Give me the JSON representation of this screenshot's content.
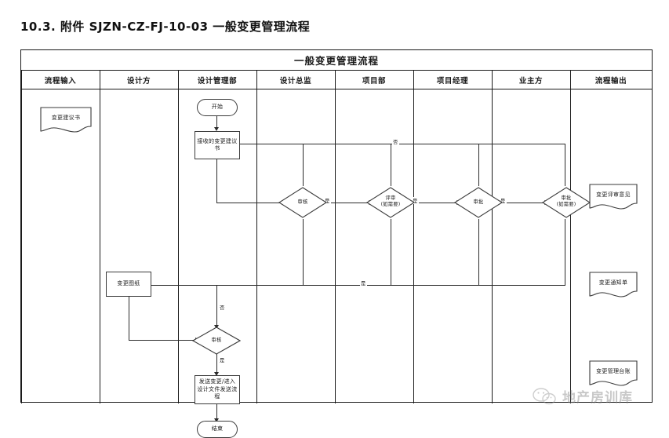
{
  "page": {
    "title": "10.3. 附件 SJZN-CZ-FJ-10-03 一般变更管理流程"
  },
  "chart": {
    "banner_title": "一般变更管理流程",
    "columns": [
      {
        "label": "流程输入"
      },
      {
        "label": "设计方"
      },
      {
        "label": "设计管理部"
      },
      {
        "label": "设计总监"
      },
      {
        "label": "项目部"
      },
      {
        "label": "项目经理"
      },
      {
        "label": "业主方"
      },
      {
        "label": "流程输出"
      }
    ],
    "nodes": {
      "input_doc": "变更建议书",
      "start": "开始",
      "receive": "接收的变更建议书",
      "review1": "审核",
      "appraise": "评审\n(如需要)",
      "approve1": "审批",
      "approve2": "审批\n(如需要)",
      "change_drawing": "变更图纸",
      "review2": "审核",
      "send_change": "发送变更/进入设计文件发送流程",
      "end": "结束",
      "out_doc1": "变更评审意见",
      "out_doc2": "变更通知单",
      "out_doc3": "变更管理台账"
    },
    "edge_labels": {
      "yes1": "是",
      "yes2": "是",
      "yes3": "是",
      "no_top": "否",
      "yes_bottom": "是",
      "no_mid": "否",
      "yes_final": "是"
    }
  },
  "watermark": {
    "text": "地产房训库",
    "icon": "wechat-icon"
  }
}
